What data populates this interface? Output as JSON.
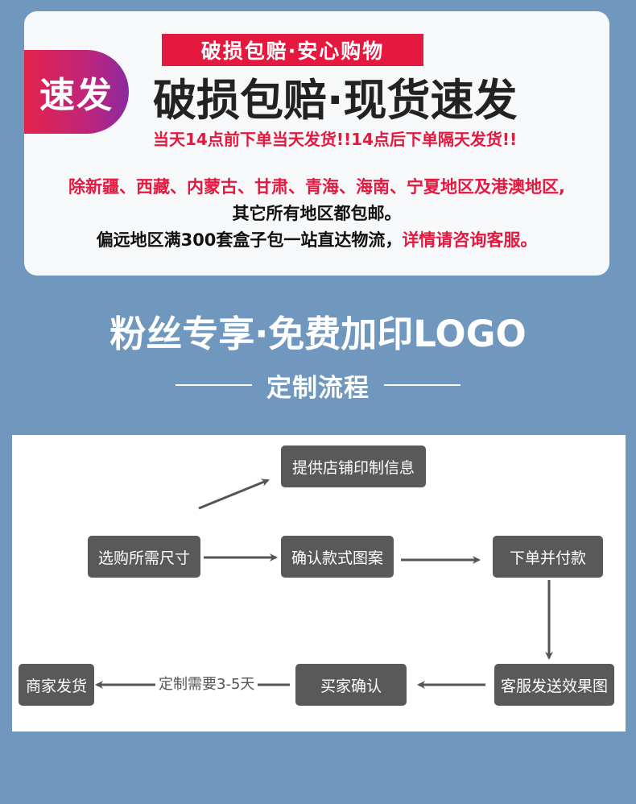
{
  "promo": {
    "badge": "速发",
    "tag": "破损包赔·安心购物",
    "headline": "破损包赔·现货速发",
    "subline": "当天14点前下单当天发货!!14点后下单隔天发货!!",
    "note1": "除新疆、西藏、内蒙古、甘肃、青海、海南、宁夏地区及港澳地区,",
    "note2": "其它所有地区都包邮。",
    "note3a": "偏远地区满300套盒子包一站直达物流，",
    "note3b": "详情请咨询客服。"
  },
  "section": {
    "title": "粉丝专享·免费加印LOGO",
    "subtitle": "定制流程"
  },
  "flow": {
    "step_info": "提供店铺印制信息",
    "step_size": "选购所需尺寸",
    "step_design": "确认款式图案",
    "step_pay": "下单并付款",
    "step_effect": "客服发送效果图",
    "step_confirm": "买家确认",
    "step_ship": "商家发货",
    "duration_label": "定制需要3-5天"
  },
  "colors": {
    "background": "#7097bd",
    "accent_red": "#e5183f",
    "box_gray": "#595959"
  }
}
